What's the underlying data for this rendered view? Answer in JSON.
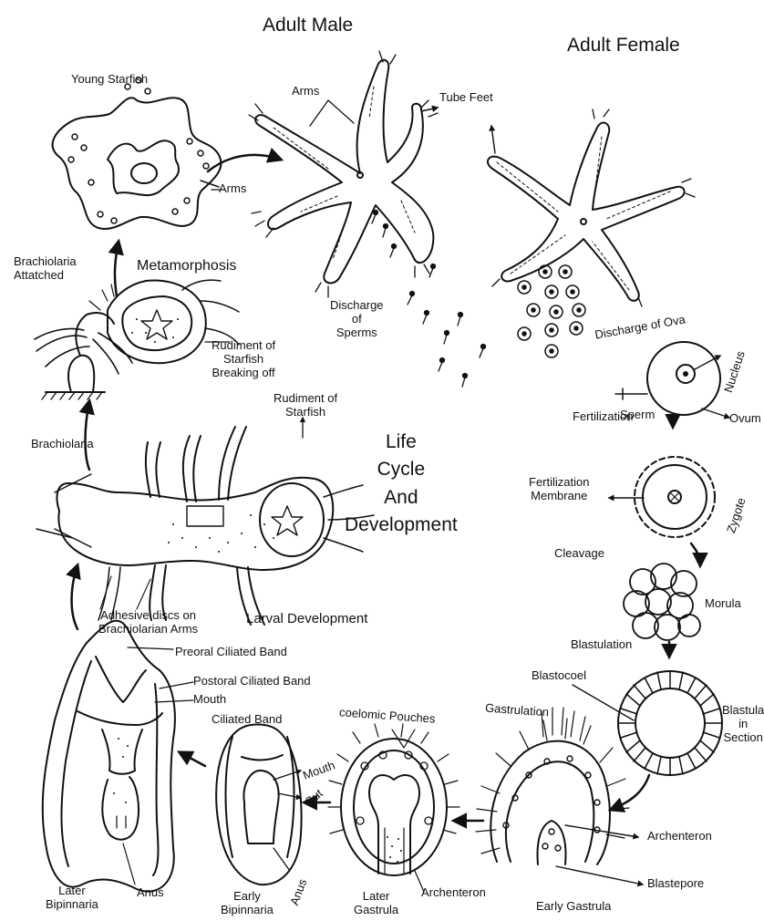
{
  "headings": {
    "adult_male": "Adult Male",
    "adult_female": "Adult Female",
    "center_line1": "Life",
    "center_line2": "Cycle",
    "center_line3": "And",
    "center_line4": "Development"
  },
  "labels": {
    "young_starfish": "Young Starfish",
    "arms_young": "Arms",
    "arms_male": "Arms",
    "tube_feet": "Tube Feet",
    "metamorphosis": "Metamorphosis",
    "brachiolaria_attached_1": "Brachiolaria",
    "brachiolaria_attached_2": "Attatched",
    "discharge_sperms_1": "Discharge",
    "discharge_sperms_2": "of",
    "discharge_sperms_3": "Sperms",
    "discharge_ova": "Discharge of Ova",
    "rudiment_breaking_1": "Rudiment of",
    "rudiment_breaking_2": "Starfish",
    "rudiment_breaking_3": "Breaking off",
    "nucleus": "Nucleus",
    "sperm": "Sperm",
    "ovum": "Ovum",
    "fertilization": "Fertilization",
    "rudiment_starfish_1": "Rudiment of",
    "rudiment_starfish_2": "Starfish",
    "brachiolaria": "Brachiolaria",
    "fert_membrane_1": "Fertilization",
    "fert_membrane_2": "Membrane",
    "zygote": "Zygote",
    "cleavage": "Cleavage",
    "morula": "Morula",
    "adhesive_1": "Adhesive discs on",
    "adhesive_2": "Brachiolarian Arms",
    "larval_development": "Larval Development",
    "blastulation": "Blastulation",
    "blastocoel": "Blastocoel",
    "blastula_1": "Blastula",
    "blastula_2": "in",
    "blastula_3": "Section",
    "preoral_band": "Preoral Ciliated Band",
    "postoral_band": "Postoral Ciliated Band",
    "mouth_later": "Mouth",
    "ciliated_band": "Ciliated Band",
    "coelomic_pouches": "coelomic Pouches",
    "gastrulation": "Gastrulation",
    "mouth_early": "Mouth",
    "gut": "Gut",
    "archenteron_right": "Archenteron",
    "blastopore": "Blastepore",
    "later_bipinnaria_1": "Later",
    "later_bipinnaria_2": "Bipinnaria",
    "anus_later": "Anus",
    "early_bipinnaria_1": "Early",
    "early_bipinnaria_2": "Bipinnaria",
    "anus_early": "Anus",
    "later_gastrula_1": "Later",
    "later_gastrula_2": "Gastrula",
    "archenteron_mid": "Archenteron",
    "early_gastrula": "Early Gastrula"
  },
  "style": {
    "ink": "#111111",
    "paper": "#ffffff"
  }
}
